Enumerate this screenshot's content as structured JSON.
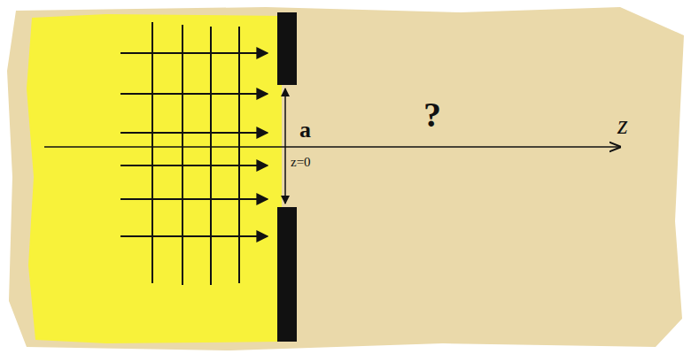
{
  "diagram": {
    "labels": [
      "a",
      "z=0",
      "?",
      "z"
    ]
  }
}
